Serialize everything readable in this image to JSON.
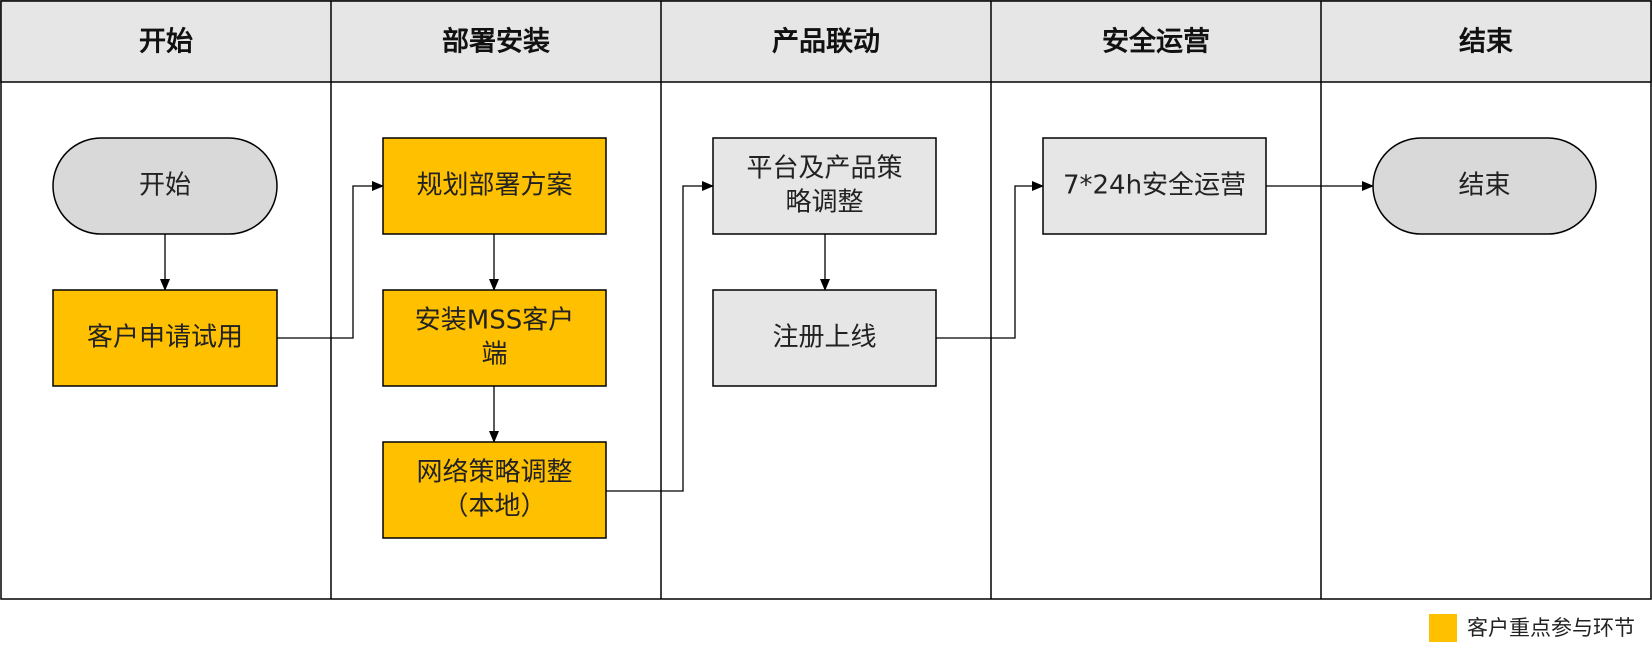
{
  "colors": {
    "header_bg": "#e6e6e6",
    "customer_focus": "#ffc000",
    "platform_step": "#e6e6e6",
    "terminal": "#d9d9d9",
    "line": "#000000"
  },
  "lanes": [
    {
      "id": "start",
      "header": "开始"
    },
    {
      "id": "deploy",
      "header": "部署安装"
    },
    {
      "id": "linkage",
      "header": "产品联动"
    },
    {
      "id": "ops",
      "header": "安全运营"
    },
    {
      "id": "end",
      "header": "结束"
    }
  ],
  "nodes": [
    {
      "id": "n_start",
      "shape": "terminal",
      "style": "terminal",
      "lines": [
        "开始"
      ]
    },
    {
      "id": "n_apply",
      "shape": "process",
      "style": "customer_focus",
      "lines": [
        "客户申请试用"
      ]
    },
    {
      "id": "n_plan",
      "shape": "process",
      "style": "customer_focus",
      "lines": [
        "规划部署方案"
      ]
    },
    {
      "id": "n_install",
      "shape": "process",
      "style": "customer_focus",
      "lines": [
        "安装MSS客户",
        "端"
      ]
    },
    {
      "id": "n_policy_local",
      "shape": "process",
      "style": "customer_focus",
      "lines": [
        "网络策略调整",
        "（本地）"
      ]
    },
    {
      "id": "n_platform",
      "shape": "process",
      "style": "platform_step",
      "lines": [
        "平台及产品策",
        "略调整"
      ]
    },
    {
      "id": "n_register",
      "shape": "process",
      "style": "platform_step",
      "lines": [
        "注册上线"
      ]
    },
    {
      "id": "n_ops",
      "shape": "process",
      "style": "platform_step",
      "lines": [
        "7*24h安全运营"
      ]
    },
    {
      "id": "n_end",
      "shape": "terminal",
      "style": "terminal",
      "lines": [
        "结束"
      ]
    }
  ],
  "edges": [
    {
      "from": "n_start",
      "to": "n_apply"
    },
    {
      "from": "n_apply",
      "to": "n_plan"
    },
    {
      "from": "n_plan",
      "to": "n_install"
    },
    {
      "from": "n_install",
      "to": "n_policy_local"
    },
    {
      "from": "n_policy_local",
      "to": "n_platform"
    },
    {
      "from": "n_platform",
      "to": "n_register"
    },
    {
      "from": "n_register",
      "to": "n_ops"
    },
    {
      "from": "n_ops",
      "to": "n_end"
    }
  ],
  "legend": {
    "label": "客户重点参与环节",
    "color": "#ffc000"
  }
}
